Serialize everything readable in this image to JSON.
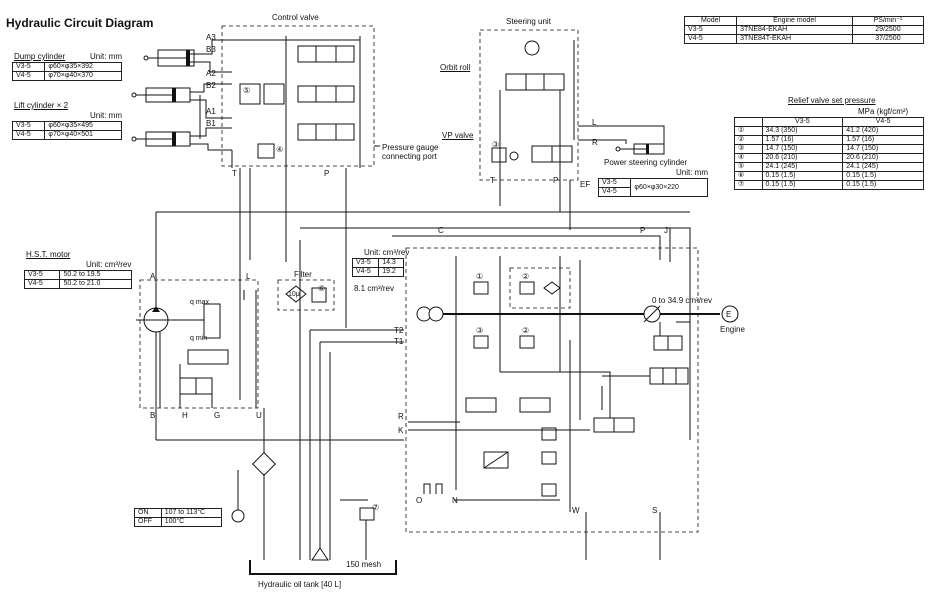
{
  "title": "Hydraulic Circuit Diagram",
  "dump_cylinder": {
    "label": "Dump cylinder",
    "unit": "Unit: mm",
    "rows": [
      {
        "model": "V3-5",
        "size": "φ60×φ35×392"
      },
      {
        "model": "V4-5",
        "size": "φ70×φ40×370"
      }
    ]
  },
  "lift_cylinder": {
    "label": "Lift cylinder  × 2",
    "unit": "Unit: mm",
    "rows": [
      {
        "model": "V3-5",
        "size": "φ60×φ35×495"
      },
      {
        "model": "V4-5",
        "size": "φ70×φ40×501"
      }
    ]
  },
  "control_valve": {
    "label": "Control valve",
    "ports": [
      "A3",
      "B3",
      "A2",
      "B2",
      "A1",
      "B1",
      "T",
      "P"
    ],
    "valve_numbers": [
      "⑤",
      "④"
    ]
  },
  "pressure_port_label": "Pressure gauge connecting port",
  "steering_unit": {
    "label": "Steering unit",
    "orbit_roll": "Orbit roll",
    "vp_valve": "VP valve",
    "ports": [
      "L",
      "R",
      "T",
      "P",
      "EF"
    ],
    "valve_number": "③"
  },
  "power_steering_cylinder": {
    "label": "Power steering cylinder",
    "unit": "Unit: mm",
    "rows": [
      {
        "model": "V3-5",
        "size": "φ60×φ30×220"
      },
      {
        "model": "V4-5",
        "size": ""
      }
    ]
  },
  "engine_table": {
    "headers": [
      "Model",
      "Engine model",
      "PS/min⁻¹"
    ],
    "rows": [
      [
        "V3-5",
        "3TNE84-EKAH",
        "29/2500"
      ],
      [
        "V4-5",
        "3TNE84T-EKAH",
        "37/2500"
      ]
    ]
  },
  "relief_table": {
    "label": "Relief valve set pressure",
    "unit": "MPa (kgf/cm²)",
    "headers": [
      "",
      "V3-5",
      "V4-5"
    ],
    "rows": [
      [
        "①",
        "34.3 (350)",
        "41.2 (420)"
      ],
      [
        "②",
        "1.57 (16)",
        "1.57 (16)"
      ],
      [
        "③",
        "14.7 (150)",
        "14.7 (150)"
      ],
      [
        "④",
        "20.6 (210)",
        "20.6 (210)"
      ],
      [
        "⑤",
        "24.1 (245)",
        "24.1 (245)"
      ],
      [
        "⑥",
        "0.15 (1.5)",
        "0.15 (1.5)"
      ],
      [
        "⑦",
        "0.15 (1.5)",
        "0.15 (1.5)"
      ]
    ]
  },
  "hst_motor": {
    "label": "H.S.T. motor",
    "unit": "Unit: cm³/rev",
    "rows": [
      {
        "model": "V3-5",
        "value": "50.2 to 19.5"
      },
      {
        "model": "V4-5",
        "value": "50.2 to 21.0"
      }
    ],
    "ports": [
      "A",
      "L",
      "B",
      "H",
      "G",
      "U"
    ],
    "q_max": "q max",
    "q_min": "q min"
  },
  "filter": {
    "label": "Filter",
    "number": "⑥",
    "rating": "10μ"
  },
  "pump_table": {
    "unit": "Unit: cm³/rev",
    "rows": [
      {
        "model": "V3-5",
        "value": "14.3"
      },
      {
        "model": "V4-5",
        "value": "19.2"
      }
    ]
  },
  "charge_pump": "8.1 cm³/rev",
  "main_pump": "0 to 34.9 cm³/rev",
  "engine_label": "Engine",
  "engine_symbol": "E",
  "port_letters": {
    "c": "C",
    "p": "P",
    "j": "J",
    "t2": "T2",
    "t1": "T1",
    "r": "R",
    "k": "K",
    "s": "S",
    "w": "W",
    "n": "N",
    "o": "O"
  },
  "hst_numbers": [
    "①",
    "②",
    "③",
    "②",
    "⑦"
  ],
  "thermo_table": {
    "rows": [
      {
        "state": "ON",
        "value": "107 to 113°C"
      },
      {
        "state": "OFF",
        "value": "100°C"
      }
    ]
  },
  "tank_label": "Hydraulic oil tank [40 L]",
  "mesh_label": "150 mesh",
  "colors": {
    "line": "#111111",
    "background": "#ffffff"
  }
}
